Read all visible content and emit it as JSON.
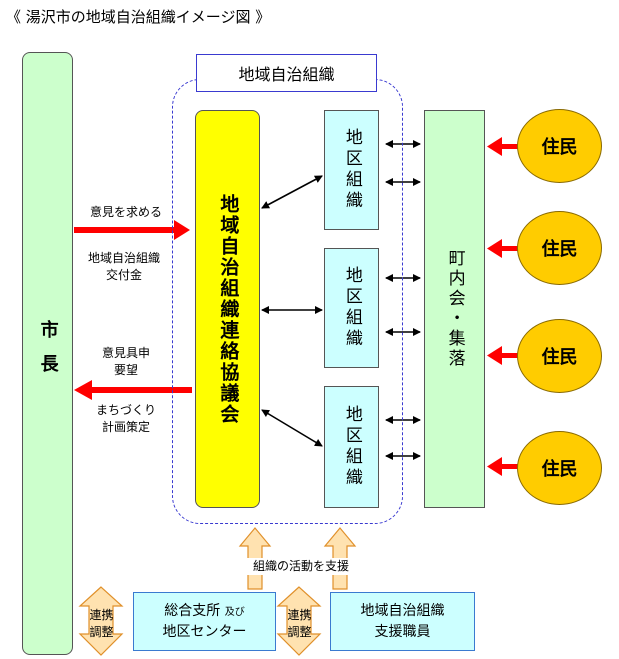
{
  "title": "《 湯沢市の地域自治組織イメージ図 》",
  "mayor": "市長",
  "region_org_title": "地域自治組織",
  "council": "地域自治組織連絡協議会",
  "district": "地区組織",
  "chokai": "町内会・集落",
  "resident": "住民",
  "labels": {
    "request_opinion": "意見を求める",
    "grant_line1": "地域自治組織",
    "grant_line2": "交付金",
    "opinion_line1": "意見具申",
    "opinion_line2": "要望",
    "plan_line1": "まちづくり",
    "plan_line2": "計画策定",
    "support_activity": "組織の活動を支援"
  },
  "coordination": {
    "line1": "連携",
    "line2": "調整"
  },
  "support_center": {
    "line1a": "総合支所",
    "line1b": "及び",
    "line2": "地区センター"
  },
  "support_staff": {
    "line1": "地域自治組織",
    "line2": "支援職員"
  },
  "colors": {
    "mayor_bg": "#ccffcc",
    "council_bg": "#ffff00",
    "district_bg": "#ccffff",
    "resident_bg": "#ffcc00",
    "arrow_red": "#ff0000",
    "dashed_border": "#3a3ad0",
    "coordination_arrow": "#ffd9a0"
  }
}
